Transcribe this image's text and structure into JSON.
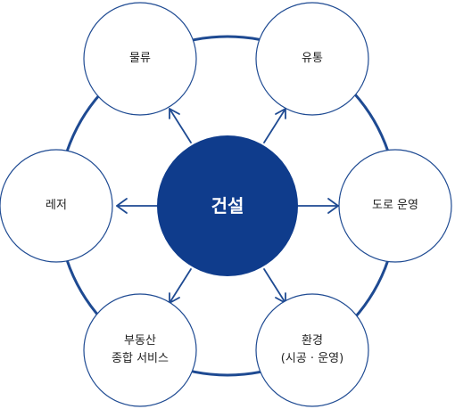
{
  "diagram": {
    "center": {
      "label": "건설"
    },
    "nodes": [
      {
        "id": "logistics",
        "lines": [
          "물류"
        ]
      },
      {
        "id": "distribution",
        "lines": [
          "유통"
        ]
      },
      {
        "id": "road-operation",
        "lines": [
          "도로 운영"
        ]
      },
      {
        "id": "environment",
        "lines": [
          "환경",
          "(시공 · 운영)"
        ]
      },
      {
        "id": "real-estate",
        "lines": [
          "부동산",
          "종합 서비스"
        ]
      },
      {
        "id": "leisure",
        "lines": [
          "레저"
        ]
      }
    ],
    "colors": {
      "accent": "#1e4a92",
      "center_fill": "#0f3c8c",
      "node_stroke": "#1e4a92",
      "node_fill": "#ffffff",
      "text": "#1f1f1f"
    }
  }
}
